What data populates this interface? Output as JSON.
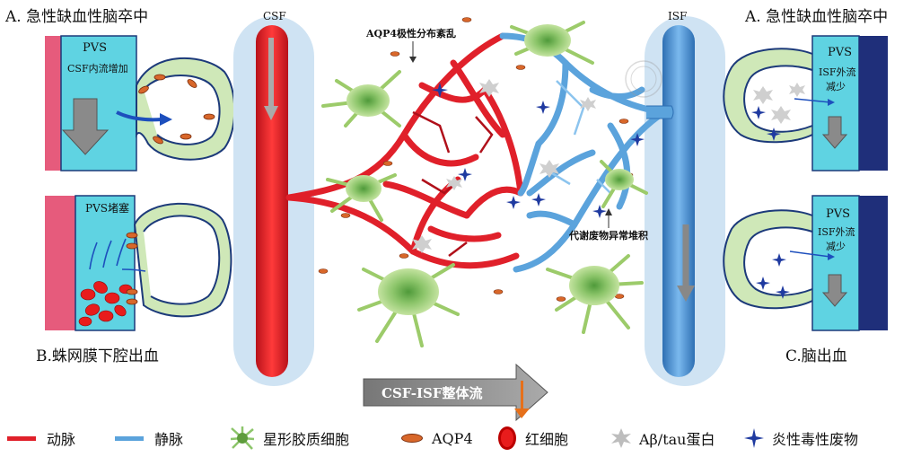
{
  "panels": {
    "top_left_title": "A. 急性缺血性脑卒中",
    "top_left_pvs": "PVS",
    "top_left_note": "CSF内流增加",
    "mid_left_pvs": "PVS堵塞",
    "bottom_left_title": "B.蛛网膜下腔出血",
    "top_right_title": "A. 急性缺血性脑卒中",
    "top_right_pvs": "PVS",
    "top_right_note_1": "ISF外流",
    "top_right_note_2": "减少",
    "mid_right_pvs": "PVS",
    "mid_right_note_1": "ISF外流",
    "mid_right_note_2": "减少",
    "bottom_right_title": "C.脑出血"
  },
  "center": {
    "csf_label": "CSF",
    "isf_label": "ISF",
    "aqp4_note": "AQP4极性分布紊乱",
    "waste_note": "代谢废物异常堆积",
    "flow_arrow": "CSF-ISF整体流"
  },
  "legend": [
    {
      "label": "动脉",
      "icon": "red-line"
    },
    {
      "label": "静脉",
      "icon": "blue-line"
    },
    {
      "label": "星形胶质细胞",
      "icon": "astrocyte-icon"
    },
    {
      "label": "AQP4",
      "icon": "aqp4-icon"
    },
    {
      "label": "红细胞",
      "icon": "red-blood-cell-icon"
    },
    {
      "label": "Aβ/tau蛋白",
      "icon": "star-gray-icon"
    },
    {
      "label": "炎性毒性废物",
      "icon": "star-blue-icon"
    }
  ],
  "colors": {
    "artery": "#e0202a",
    "vein": "#5ba3dc",
    "pvs": "#5fd3e2",
    "astrocyte": "#9ccb6a",
    "dark_blue": "#1f2f7a",
    "pink": "#e65b7c",
    "aqp4": "#d8672a"
  }
}
